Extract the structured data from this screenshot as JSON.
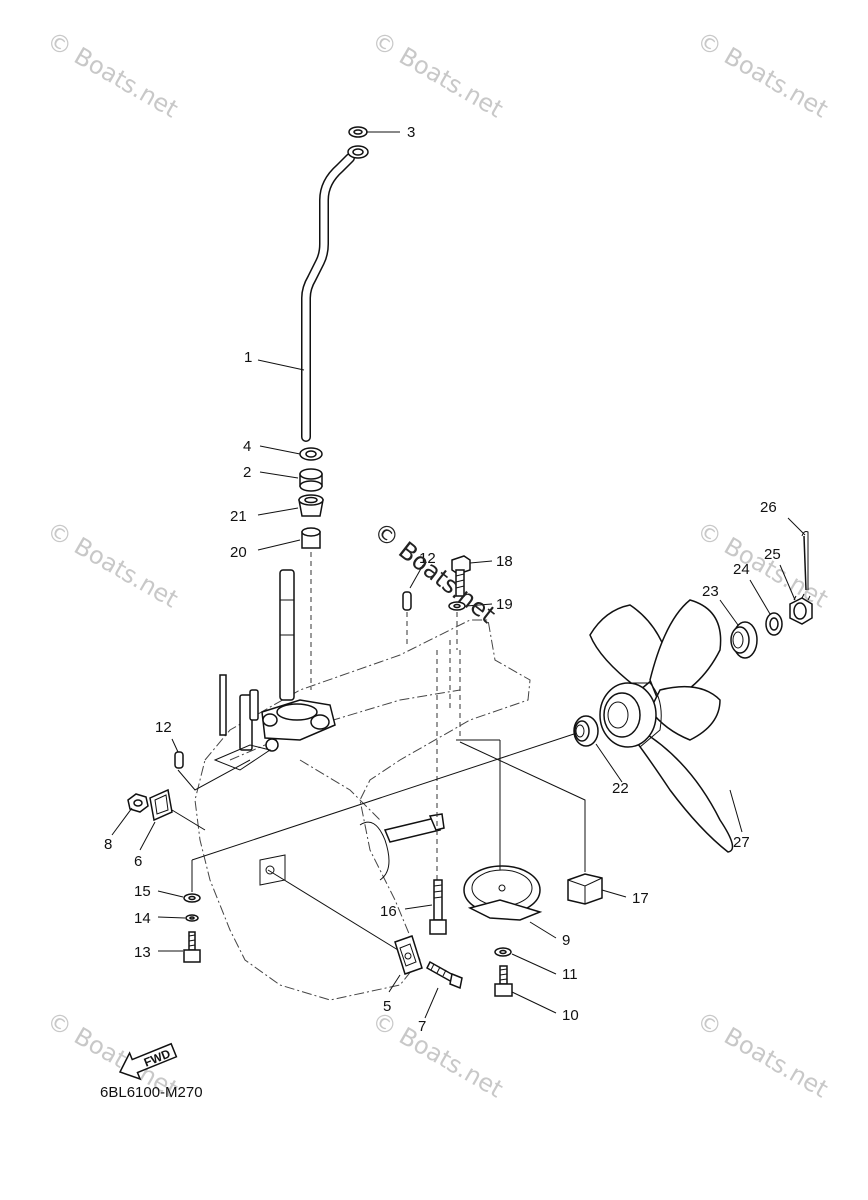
{
  "diagram_code": "6BL6100-M270",
  "fwd_label": "FWD",
  "watermarks": {
    "text": "© Boats.net",
    "overlay_text": "© Boats.net"
  },
  "callouts": {
    "c1": "1",
    "c2": "2",
    "c3": "3",
    "c4": "4",
    "c5": "5",
    "c6": "6",
    "c7": "7",
    "c8": "8",
    "c9": "9",
    "c10": "10",
    "c11": "11",
    "c12": "12",
    "c12b": "12",
    "c13": "13",
    "c14": "14",
    "c15": "15",
    "c16": "16",
    "c17": "17",
    "c18": "18",
    "c19": "19",
    "c20": "20",
    "c21": "21",
    "c22": "22",
    "c23": "23",
    "c24": "24",
    "c25": "25",
    "c26": "26",
    "c27": "27"
  },
  "colors": {
    "line": "#111111",
    "watermark": "#c8c8c8",
    "background": "#ffffff"
  }
}
